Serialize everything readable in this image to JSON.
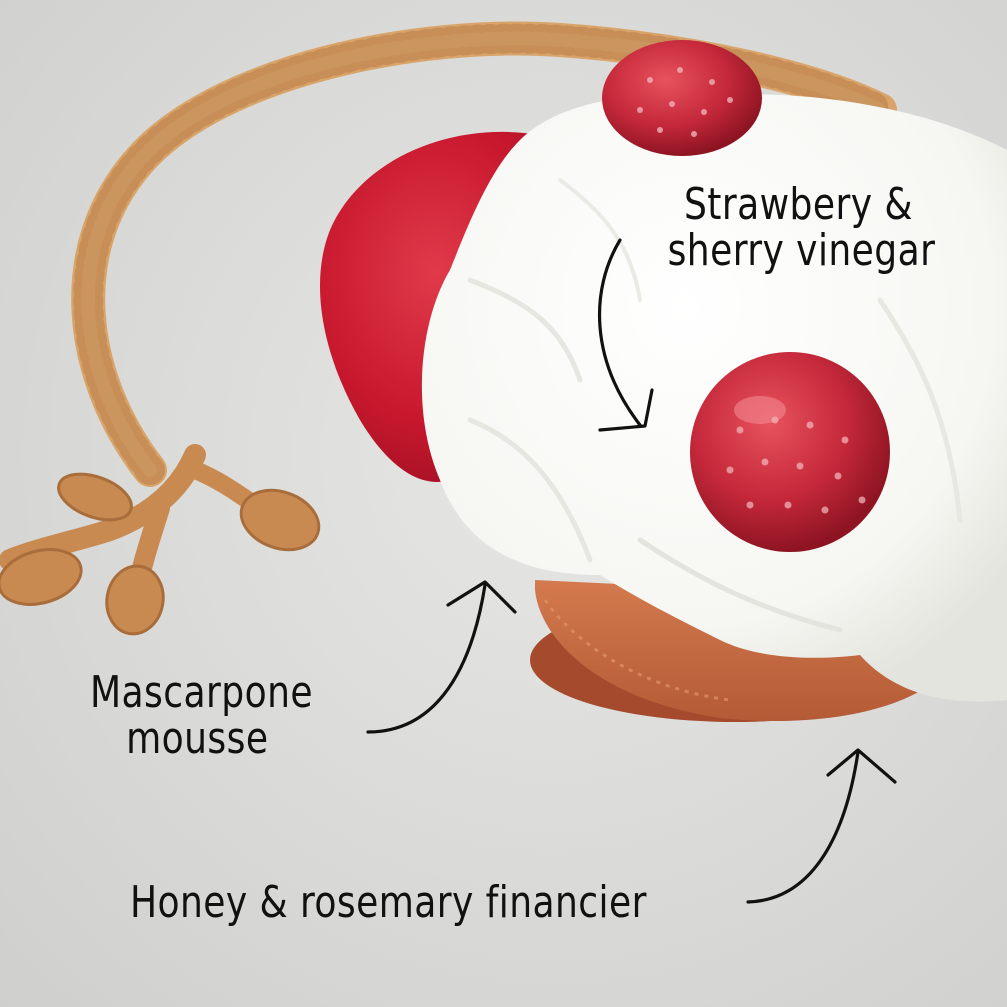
{
  "labels": {
    "strawberry": [
      "Strawbery &",
      "sherry vinegar"
    ],
    "mascarpone": [
      "Mascarpone",
      "mousse"
    ],
    "financier": "Honey & rosemary financier"
  },
  "colors": {
    "plate": "#dcdcda",
    "crumble": "#d9a46a",
    "cookie": "#c98a52",
    "coulis": "#c8182e",
    "mousse": "#fbfbf8",
    "berry": "#c4283a",
    "financier": "#c56a45",
    "ink": "#111111"
  }
}
